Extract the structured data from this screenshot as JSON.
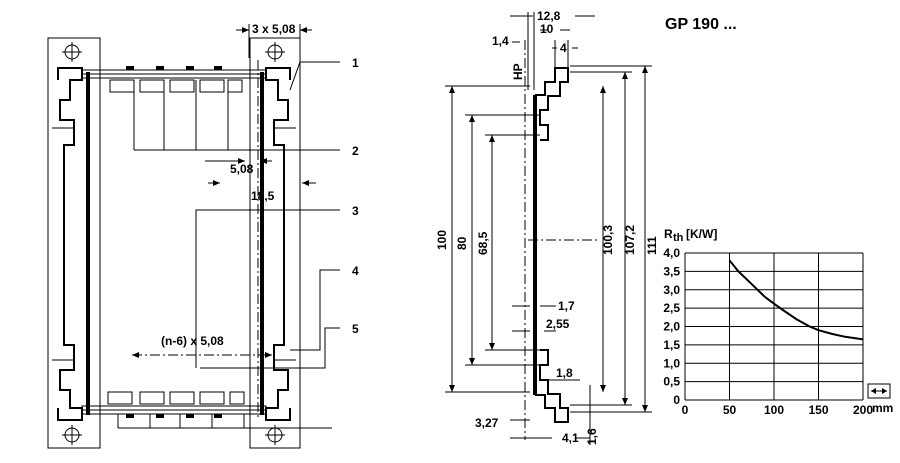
{
  "title": "GP 190 ...",
  "left_view": {
    "dim_top": "3 x 5,08",
    "dim_mid1": "5,08",
    "dim_mid2": "18,5",
    "dim_bottom": "(n-6) x 5,08",
    "callouts": [
      "1",
      "2",
      "3",
      "4",
      "5"
    ]
  },
  "side_view": {
    "label_hp": "HP",
    "dims_top": [
      "12,8",
      "10",
      "1,4",
      "4"
    ],
    "dims_vertical": [
      "100",
      "80",
      "68,5",
      "100,3",
      "107,2",
      "111"
    ],
    "dims_misc": [
      "1,7",
      "2,55",
      "1,8",
      "3,27",
      "4,1",
      "1,6"
    ]
  },
  "chart_data": {
    "type": "line",
    "title": "",
    "ylabel_main": "R",
    "ylabel_sub": "th",
    "ylabel_unit": "[K/W]",
    "xlabel": "mm",
    "xlim": [
      0,
      200
    ],
    "ylim": [
      0,
      4.0
    ],
    "x_ticks": [
      "0",
      "50",
      "100",
      "150",
      "200"
    ],
    "y_ticks": [
      "0",
      "0,5",
      "1,0",
      "1,5",
      "2,0",
      "2,5",
      "3,0",
      "3,5",
      "4,0"
    ],
    "grid": true,
    "series": [
      {
        "x": [
          50,
          60,
          75,
          90,
          100,
          110,
          125,
          140,
          150,
          165,
          180,
          200
        ],
        "y": [
          3.8,
          3.5,
          3.15,
          2.8,
          2.62,
          2.45,
          2.2,
          2.0,
          1.9,
          1.8,
          1.72,
          1.65
        ]
      }
    ]
  }
}
